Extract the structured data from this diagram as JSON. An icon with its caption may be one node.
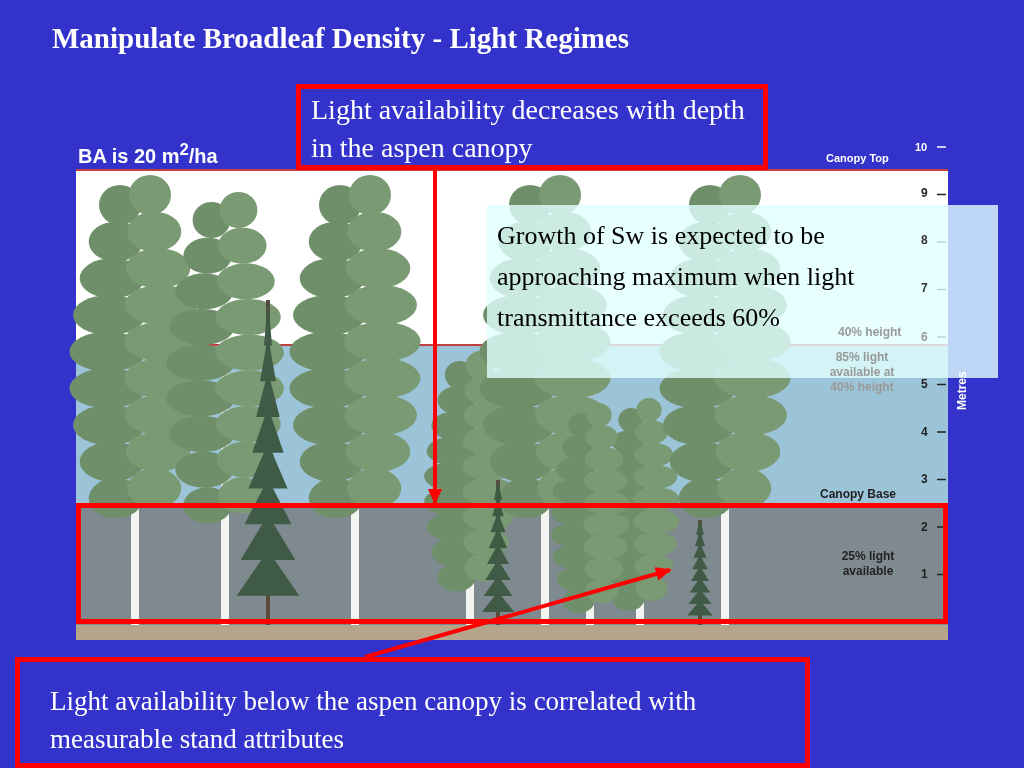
{
  "diagram": {
    "title": "Manipulate Broadleaf Density - Light Regimes",
    "nodes": [
      {
        "text": [
          "Light availability decreases with depth in the aspen canopy"
        ]
      },
      {
        "text": [],
        "shape": "box"
      },
      {
        "text": [
          "Growth of Sw is expected to be approaching maximum when light transmittance exceeds 60%"
        ]
      },
      {
        "text": [
          "Light availability below the aspen canopy is correlated with measurable stand attributes"
        ]
      }
    ],
    "edges": [
      {
        "from": 0,
        "to": 1,
        "arrow": "to"
      },
      {
        "from": 3,
        "to": 1,
        "arrow": "to"
      }
    ],
    "labels": [
      "BA is 20 m$^{2}$/ha",
      "Canopy Top",
      "10",
      "9",
      "8",
      "7",
      "40% height",
      "6",
      "85% light available at 40% height",
      "5",
      "Metres",
      "4",
      "3",
      "Canopy Base",
      "2",
      "25% light available",
      "1"
    ]
  }
}
